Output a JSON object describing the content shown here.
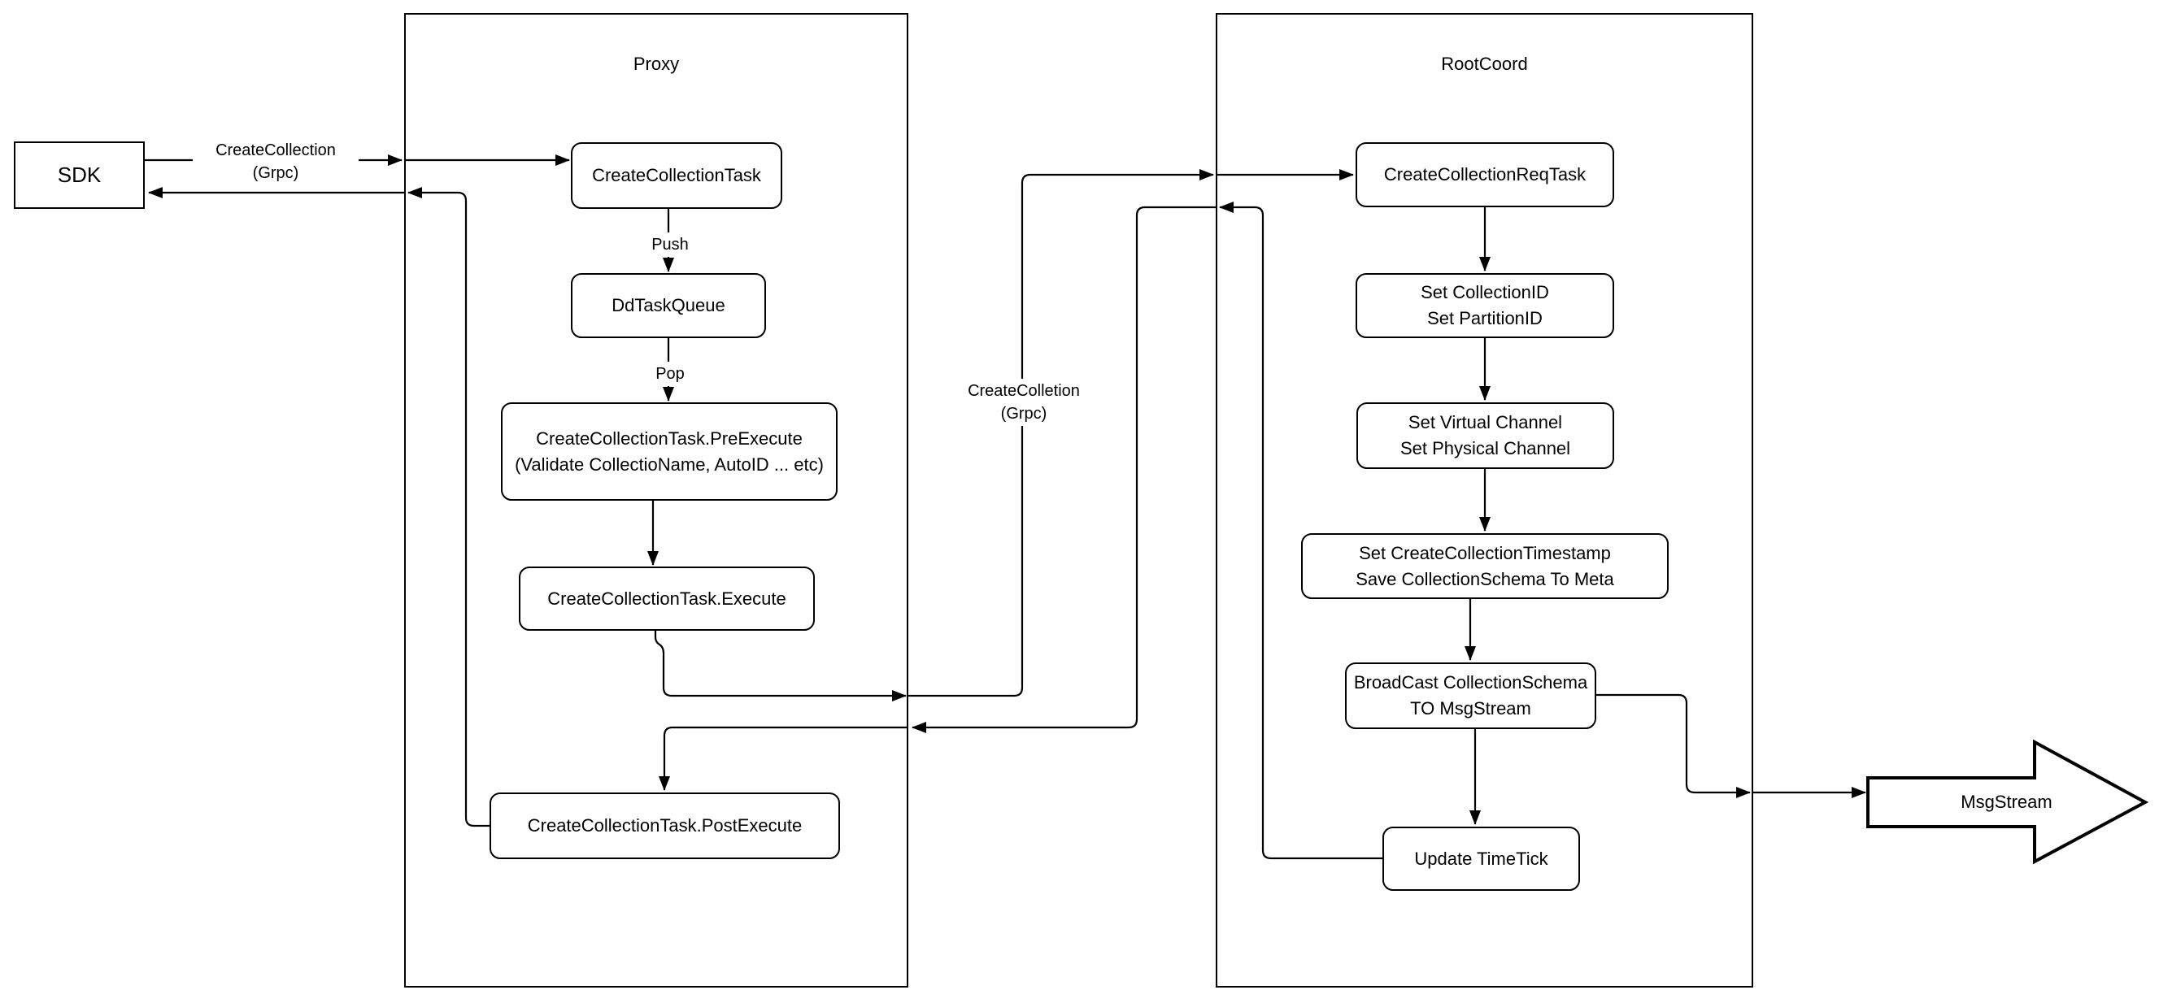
{
  "containers": {
    "proxy": {
      "title": "Proxy"
    },
    "rootcoord": {
      "title": "RootCoord"
    }
  },
  "nodes": {
    "sdk": {
      "label": "SDK"
    },
    "create_collection_task": {
      "label": "CreateCollectionTask"
    },
    "dd_task_queue": {
      "label": "DdTaskQueue"
    },
    "pre_execute": {
      "lines": [
        "CreateCollectionTask.PreExecute",
        "(Validate CollectioName, AutoID ... etc)"
      ]
    },
    "execute": {
      "label": "CreateCollectionTask.Execute"
    },
    "post_execute": {
      "label": "CreateCollectionTask.PostExecute"
    },
    "req_task": {
      "label": "CreateCollectionReqTask"
    },
    "set_ids": {
      "lines": [
        "Set CollectionID",
        "Set PartitionID"
      ]
    },
    "set_channels": {
      "lines": [
        "Set Virtual Channel",
        "Set Physical Channel"
      ]
    },
    "set_timestamp": {
      "lines": [
        "Set CreateCollectionTimestamp",
        "Save CollectionSchema To Meta"
      ]
    },
    "broadcast": {
      "lines": [
        "BroadCast CollectionSchema",
        "TO MsgStream"
      ]
    },
    "update_timetick": {
      "label": "Update TimeTick"
    },
    "msg_stream": {
      "label": "MsgStream"
    }
  },
  "edge_labels": {
    "grpc_left": {
      "lines": [
        "CreateCollection",
        "(Grpc)"
      ]
    },
    "push": {
      "label": "Push"
    },
    "pop": {
      "label": "Pop"
    },
    "grpc_mid": {
      "lines": [
        "CreateColletion",
        "(Grpc)"
      ]
    }
  },
  "colors": {
    "stroke": "#000000",
    "node_fill": "#ffffff",
    "background": "#ffffff"
  }
}
